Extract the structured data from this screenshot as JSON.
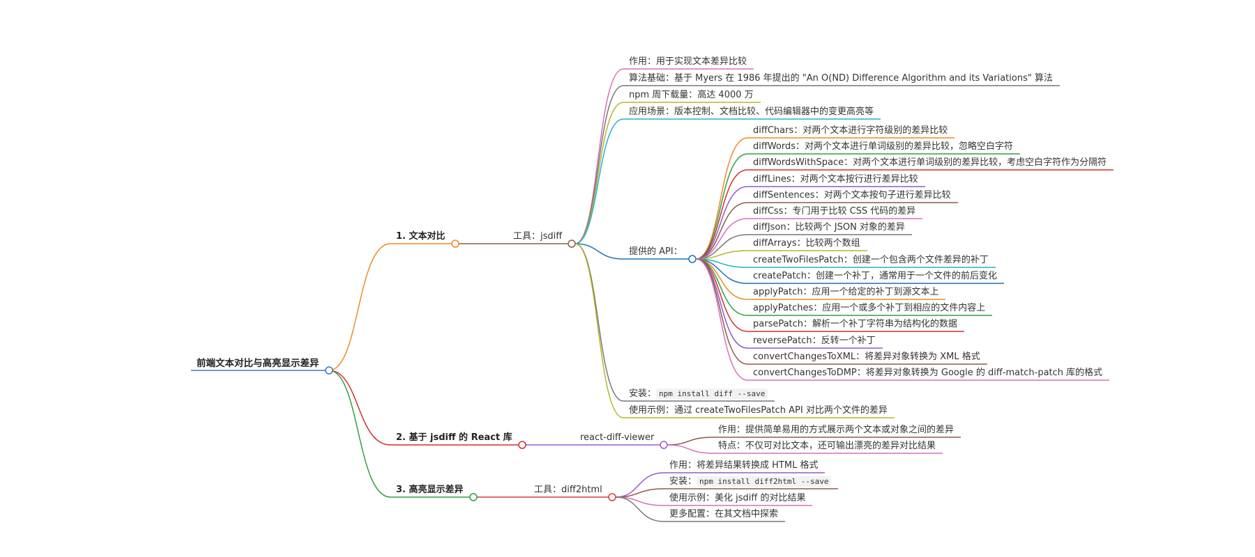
{
  "mindmap": {
    "root": "前端文本对比与高亮显示差异",
    "colors": {
      "root": "#3b74c4",
      "branch1": "#f08a24",
      "branch2": "#d32f2f",
      "branch3": "#2ea043",
      "react_viewer": "#9a58c9",
      "diff2html": "#d63a3a"
    },
    "branch1": {
      "title": "1. 文本对比",
      "tool": "工具：jsdiff",
      "purpose": "作用：用于实现文本差异比较",
      "algorithm": "算法基础：基于 Myers 在 1986 年提出的 \"An O(ND) Difference Algorithm and its Variations\" 算法",
      "downloads": "npm 周下载量：高达 4000 万",
      "scenarios": "应用场景：版本控制、文档比较、代码编辑器中的变更高亮等",
      "api_title": "提供的 API：",
      "api": [
        "diffChars：对两个文本进行字符级别的差异比较",
        "diffWords：对两个文本进行单词级别的差异比较，忽略空白字符",
        "diffWordsWithSpace：对两个文本进行单词级别的差异比较，考虑空白字符作为分隔符",
        "diffLines：对两个文本按行进行差异比较",
        "diffSentences：对两个文本按句子进行差异比较",
        "diffCss：专门用于比较 CSS 代码的差异",
        "diffJson：比较两个 JSON 对象的差异",
        "diffArrays：比较两个数组",
        "createTwoFilesPatch：创建一个包含两个文件差异的补丁",
        "createPatch：创建一个补丁，通常用于一个文件的前后变化",
        "applyPatch：应用一个给定的补丁到源文本上",
        "applyPatches：应用一个或多个补丁到相应的文件内容上",
        "parsePatch：解析一个补丁字符串为结构化的数据",
        "reversePatch：反转一个补丁",
        "convertChangesToXML：将差异对象转换为 XML 格式",
        "convertChangesToDMP：将差异对象转换为 Google 的 diff-match-patch 库的格式"
      ],
      "api_colors": [
        "#f08a24",
        "#2ea043",
        "#d32f2f",
        "#8a5cc9",
        "#8d5a4a",
        "#d66fbf",
        "#777777",
        "#b5b52a",
        "#1fb3c8",
        "#1f6fb4",
        "#f08a24",
        "#2ea043",
        "#d32f2f",
        "#8a5cc9",
        "#8d5a4a",
        "#d66fbf"
      ],
      "install_label": "安装：",
      "install_code": "npm install diff --save",
      "example": "使用示例：通过 createTwoFilesPatch API 对比两个文件的差异",
      "child_colors": [
        "#d66fbf",
        "#777777",
        "#b5b52a",
        "#1fb3c8",
        "#1f6fb4",
        "#777777",
        "#b5b52a"
      ]
    },
    "branch2": {
      "title": "2. 基于 jsdiff 的 React 库",
      "lib": "react-diff-viewer",
      "purpose": "作用：提供简单易用的方式展示两个文本或对象之间的差异",
      "feature": "特点：不仅可对比文本，还可输出漂亮的差异对比结果",
      "child_colors": [
        "#8d5a4a",
        "#d66fbf"
      ]
    },
    "branch3": {
      "title": "3. 高亮显示差异",
      "tool": "工具：diff2html",
      "purpose": "作用：将差异结果转换成 HTML 格式",
      "install_label": "安装：",
      "install_code": "npm install diff2html --save",
      "example": "使用示例：美化 jsdiff 的对比结果",
      "more": "更多配置：在其文档中探索",
      "child_colors": [
        "#9a58c9",
        "#8d5a4a",
        "#d66fbf",
        "#777777"
      ]
    }
  }
}
